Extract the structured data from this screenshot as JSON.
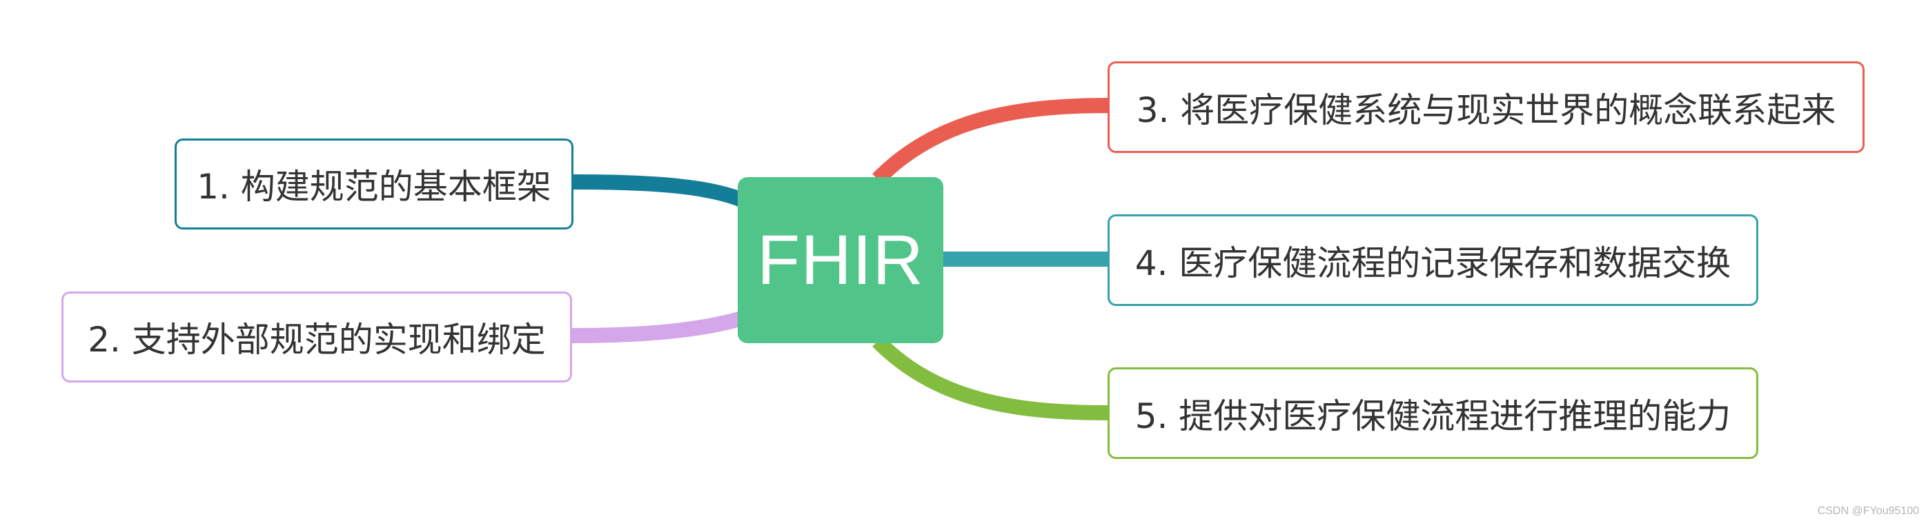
{
  "central": {
    "label": "FHIR",
    "color": "#51c48a"
  },
  "branches": [
    {
      "label": "1. 构建规范的基本框架",
      "color": "#147e98",
      "side": "left"
    },
    {
      "label": "2. 支持外部规范的实现和绑定",
      "color": "#d4a7ea",
      "side": "left"
    },
    {
      "label": "3. 将医疗保健系统与现实世界的概念联系起来",
      "color": "#ea5e51",
      "side": "right"
    },
    {
      "label": "4. 医疗保健流程的记录保存和数据交换",
      "color": "#36a2ab",
      "side": "right"
    },
    {
      "label": "5. 提供对医疗保健流程进行推理的能力",
      "color": "#83bd40",
      "side": "right"
    }
  ],
  "watermark": "CSDN @FYou95100"
}
